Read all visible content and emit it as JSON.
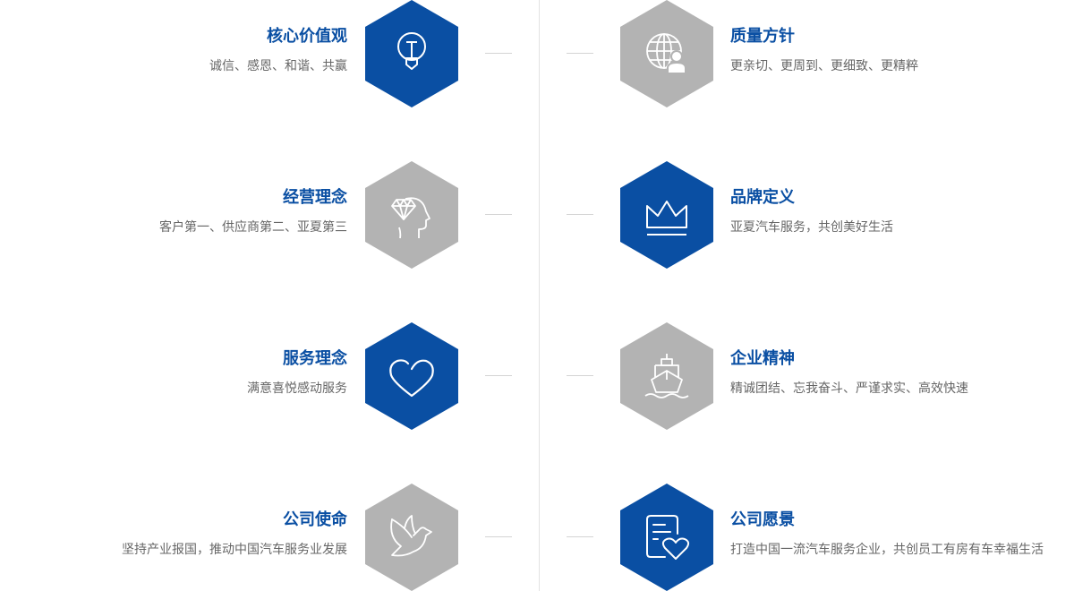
{
  "accent_color": "#0a4fa3",
  "muted_color": "#b3b3b3",
  "left_items": [
    {
      "title": "核心价值观",
      "desc": "诚信、感恩、和谐、共赢",
      "icon": "lightbulb-icon",
      "style": "blue"
    },
    {
      "title": "经营理念",
      "desc": "客户第一、供应商第二、亚夏第三",
      "icon": "diamond-head-icon",
      "style": "gray"
    },
    {
      "title": "服务理念",
      "desc": "满意喜悦感动服务",
      "icon": "heart-icon",
      "style": "blue"
    },
    {
      "title": "公司使命",
      "desc": "坚持产业报国，推动中国汽车服务业发展",
      "icon": "dove-icon",
      "style": "gray"
    }
  ],
  "right_items": [
    {
      "title": "质量方针",
      "desc": "更亲切、更周到、更细致、更精粹",
      "icon": "globe-person-icon",
      "style": "gray"
    },
    {
      "title": "品牌定义",
      "desc": "亚夏汽车服务，共创美好生活",
      "icon": "crown-icon",
      "style": "blue"
    },
    {
      "title": "企业精神",
      "desc": "精诚团结、忘我奋斗、严谨求实、高效快速",
      "icon": "ship-icon",
      "style": "gray"
    },
    {
      "title": "公司愿景",
      "desc": "打造中国一流汽车服务企业，共创员工有房有车幸福生活",
      "icon": "document-heart-icon",
      "style": "blue"
    }
  ]
}
